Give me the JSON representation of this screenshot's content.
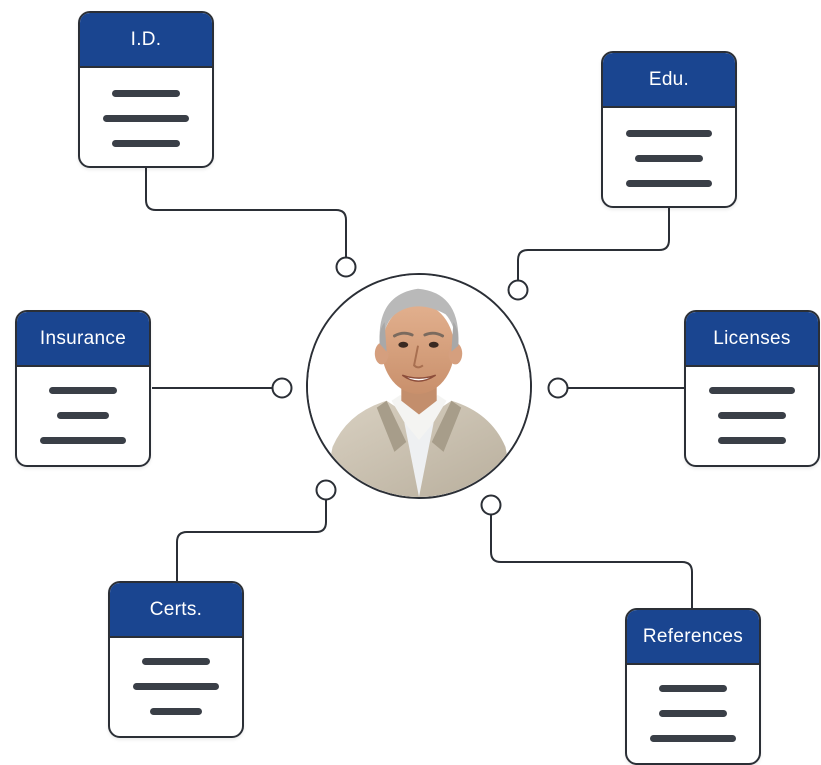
{
  "colors": {
    "header": "#1a4590",
    "stroke": "#2b2f36",
    "line": "#3a3f47",
    "background": "#ffffff"
  },
  "center": {
    "icon": "person-photo"
  },
  "cards": [
    {
      "id": "id",
      "label": "I.D."
    },
    {
      "id": "edu",
      "label": "Edu."
    },
    {
      "id": "insurance",
      "label": "Insurance"
    },
    {
      "id": "licenses",
      "label": "Licenses"
    },
    {
      "id": "certs",
      "label": "Certs."
    },
    {
      "id": "references",
      "label": "References"
    }
  ]
}
